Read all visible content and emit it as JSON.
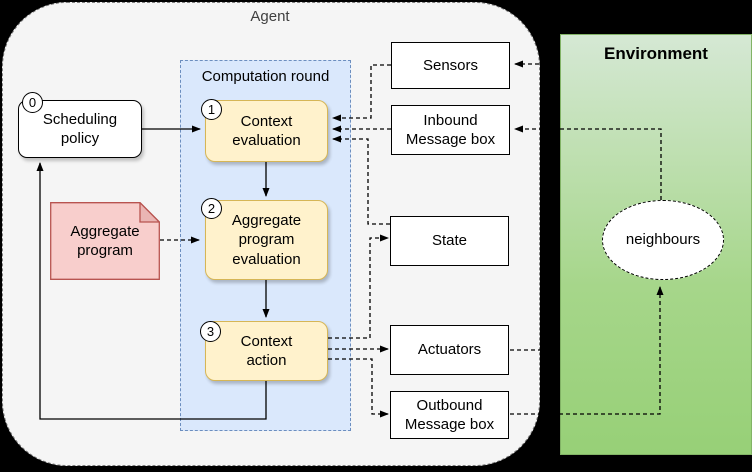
{
  "agent": {
    "label": "Agent"
  },
  "scheduling_policy": {
    "badge": "0",
    "label": "Scheduling\npolicy"
  },
  "computation_round": {
    "label": "Computation round",
    "steps": [
      {
        "badge": "1",
        "label": "Context\nevaluation"
      },
      {
        "badge": "2",
        "label": "Aggregate\nprogram\nevaluation"
      },
      {
        "badge": "3",
        "label": "Context\naction"
      }
    ]
  },
  "aggregate_program": {
    "label": "Aggregate\nprogram"
  },
  "agent_io": {
    "sensors": {
      "label": "Sensors"
    },
    "inbound_message_box": {
      "label": "Inbound\nMessage box"
    },
    "state": {
      "label": "State"
    },
    "actuators": {
      "label": "Actuators"
    },
    "outbound_message_box": {
      "label": "Outbound\nMessage box"
    }
  },
  "environment": {
    "label": "Environment",
    "neighbours": {
      "label": "neighbours"
    }
  },
  "colors": {
    "background": "#000000",
    "agent_fill": "#f5f5f5",
    "agent_border": "#7f7f7f",
    "computation_round_fill": "#dae8fc",
    "computation_round_border": "#6c8ebf",
    "step_fill": "#fff2cc",
    "step_border": "#d6b656",
    "note_fill": "#f8cecc",
    "note_border": "#b85450",
    "environment_gradient_top": "#d5e8d4",
    "environment_gradient_bottom": "#97d077",
    "environment_border": "#82b366",
    "box_fill": "#ffffff",
    "line_color": "#000000"
  }
}
